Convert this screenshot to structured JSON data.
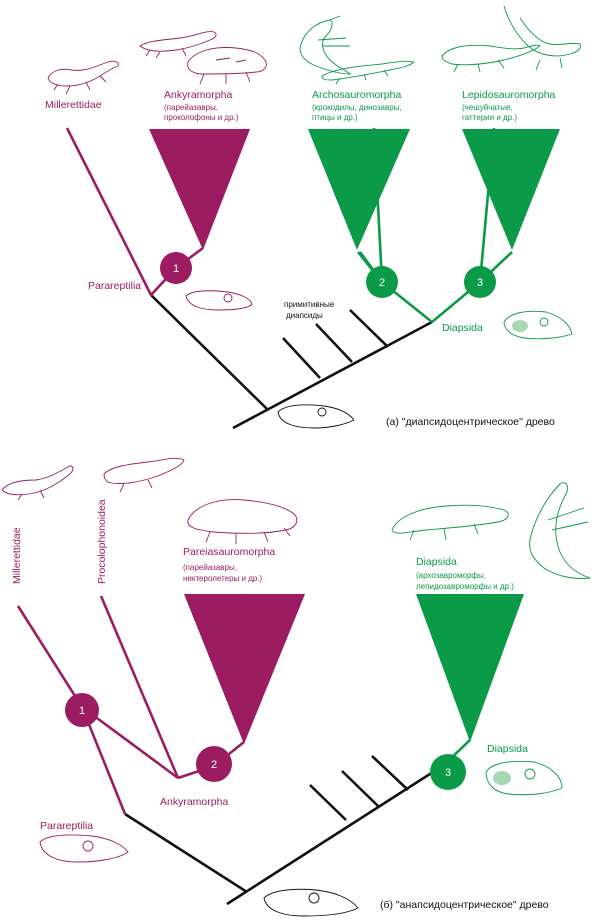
{
  "colors": {
    "parareptile": "#9b1c61",
    "diapsid": "#0a9a48",
    "stem": "#111111"
  },
  "panel_a": {
    "caption": "(а) \"диапсидоцентрическое\" древо",
    "millerettidae": "Millerettidae",
    "ankyramorpha_title": "Ankyramorpha",
    "ankyramorpha_sub1": "(парейазавры,",
    "ankyramorpha_sub2": "проколофоны и др.)",
    "archosauromorpha_title": "Archosauromorpha",
    "archosauromorpha_sub1": "(крокодилы, динозавры,",
    "archosauromorpha_sub2": "птицы и др.)",
    "lepidosauromorpha_title": "Lepidosauromorpha",
    "lepidosauromorpha_sub1": "(чешуйчатые,",
    "lepidosauromorpha_sub2": "гаттерии и др.)",
    "parareptilia": "Parareptilia",
    "primitive_1": "примитивные",
    "primitive_2": "диапсиды",
    "diapsida": "Diapsida",
    "node_1": "1",
    "node_2": "2",
    "node_3": "3"
  },
  "panel_b": {
    "caption": "(б) \"анапсидоцентрическое\" древо",
    "millerettidae": "Millerettidae",
    "procolophonoidea": "Procolophonoidea",
    "pareiasauromorpha_title": "Pareiasauromorpha",
    "pareiasauromorpha_sub1": "(парейазавры,",
    "pareiasauromorpha_sub2": "никтеролетеры и др.)",
    "diapsida_title": "Diapsida",
    "diapsida_sub1": "(архозавроморфы,",
    "diapsida_sub2": "лепидозавроморфы и др.)",
    "ankyramorpha": "Ankyramorpha",
    "parareptilia": "Parareptilia",
    "diapsida_node_label": "Diapsida",
    "node_1": "1",
    "node_2": "2",
    "node_3": "3"
  }
}
